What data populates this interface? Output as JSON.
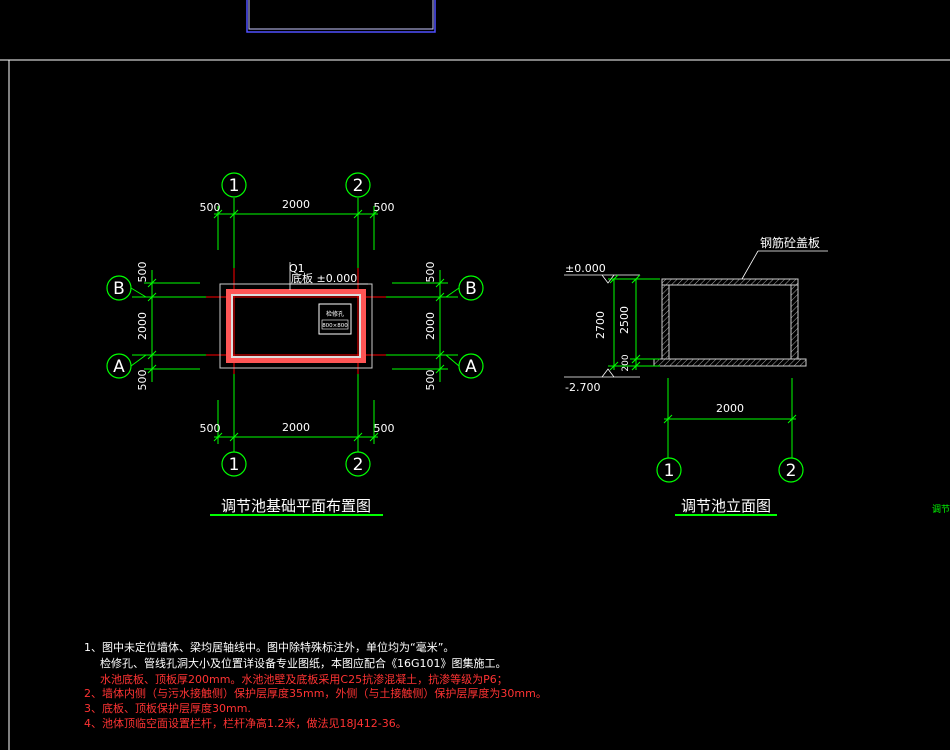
{
  "plan": {
    "title": "调节池基础平面布置图",
    "axis_1": "1",
    "axis_2": "2",
    "axis_a": "A",
    "axis_b": "B",
    "dim_top_total": "2000",
    "dim_top_left": "500",
    "dim_top_right": "500",
    "dim_bottom_total": "2000",
    "dim_bottom_left": "500",
    "dim_bottom_right": "500",
    "dim_left_total": "2000",
    "dim_left_top": "500",
    "dim_left_bottom": "500",
    "dim_right_total": "2000",
    "dim_right_top": "500",
    "dim_right_bottom": "500",
    "mark_q1": "Q1",
    "mark_floor": "底板 ±0.000",
    "hatch_label": "检修孔",
    "hatch_size": "800×800"
  },
  "elevation": {
    "title": "调节池立面图",
    "cover_label": "钢筋砼盖板",
    "level_top": "±0.000",
    "level_bottom": "-2.700",
    "dim_total": "2700",
    "dim_wall": "2500",
    "dim_slab": "200",
    "dim_width": "2000",
    "axis_1": "1",
    "axis_2": "2"
  },
  "side_fragment": "调节",
  "notes": [
    {
      "text": "1、图中未定位墙体、梁均居轴线中。图中除特殊标注外，单位均为“毫米”。",
      "color": "#ffffff"
    },
    {
      "text": "检修孔、管线孔洞大小及位置详设备专业图纸，本图应配合《16G101》图集施工。",
      "color": "#ffffff"
    },
    {
      "text": "水池底板、顶板厚200mm。水池池壁及底板采用C25抗渗混凝土，抗渗等级为P6；",
      "color": "#ff3333"
    },
    {
      "text": "2、墙体内侧（与污水接触侧）保护层厚度35mm，外侧（与土接触侧）保护层厚度为30mm。",
      "color": "#ff3333"
    },
    {
      "text": "3、底板、顶板保护层厚度30mm.",
      "color": "#ff3333"
    },
    {
      "text": "4、池体顶临空面设置栏杆，栏杆净高1.2米，做法见18J412-36。",
      "color": "#ff3333"
    }
  ],
  "colors": {
    "background": "#000000",
    "dimension_green": "#00ff00",
    "axis_red": "#ff0000",
    "text": "#ffffff",
    "note_red": "#ff3333",
    "viewport_border": "#5050ff"
  }
}
